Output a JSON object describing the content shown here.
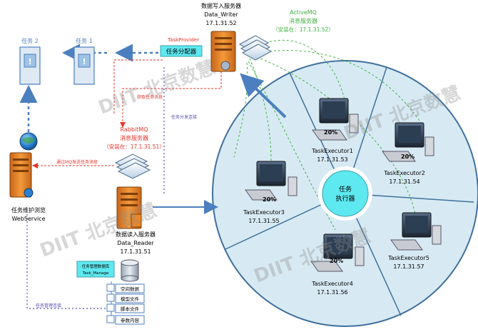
{
  "writer": {
    "title": "数据写入服务器",
    "name": "Data_Writer",
    "ip": "17.1.31.52"
  },
  "activemq": {
    "name": "ActiveMQ",
    "role": "消息服务器",
    "location": "（安装在：17.1.31.52）"
  },
  "task_provider": {
    "name": "TaskProvider",
    "label": "任务分配器"
  },
  "task2": {
    "label": "任务 2"
  },
  "task1": {
    "label": "任务 1"
  },
  "rabbitmq": {
    "name": "RabbitMQ",
    "role": "消息服务器",
    "location": "（安装在：17.1.31.51）"
  },
  "maintenance": {
    "title": "任务维护浏览",
    "name": "WebService"
  },
  "reader": {
    "title": "数据读入服务器",
    "name": "Data_Reader",
    "ip": "17.1.31.51"
  },
  "db": {
    "title": "任务管理数据库",
    "name": "Task_Manage"
  },
  "data_items": [
    "空间数据",
    "模型文件",
    "脚本文件",
    "参数内容"
  ],
  "center": {
    "line1": "任务",
    "line2": "执行器"
  },
  "executors": [
    {
      "name": "TaskExecutor1",
      "ip": "17.1.31.53",
      "load": "20%"
    },
    {
      "name": "TaskExecutor2",
      "ip": "17.1.31.54",
      "load": "20%"
    },
    {
      "name": "TaskExecutor3",
      "ip": "17.1.31.55",
      "load": "20%"
    },
    {
      "name": "TaskExecutor4",
      "ip": "17.1.31.56",
      "load": "20%"
    },
    {
      "name": "TaskExecutor5",
      "ip": "17.1.31.57",
      "load": ""
    }
  ],
  "edge_labels": {
    "fetch_info": "获取任务消息",
    "get_tasks_via_mq": "通过MQ发送任务消息",
    "dispatch_conn": "任务分发连接",
    "manage_conn": "任务管理连接"
  },
  "watermark": "DIIT 北京数慧",
  "colors": {
    "circle_fill": "#d7eaf3",
    "circle_stroke": "#3f6f9c",
    "cyan_box": "#5ee8f0",
    "arrow_blue": "#4c7fbf",
    "red_dash": "#e8342b",
    "green_dash": "#40b040",
    "server_orange": "#e8872a"
  }
}
